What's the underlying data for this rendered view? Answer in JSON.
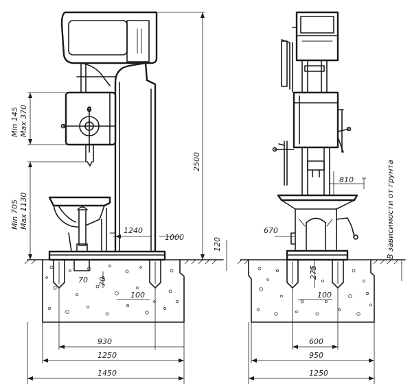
{
  "dimensions": {
    "overall_height": "2500",
    "spindle_travel_min": "Min 145",
    "spindle_travel_max": "Max 370",
    "table_travel_min": "Min 705",
    "table_travel_max": "Max 1130",
    "column_width": "1240",
    "base_offset": "1000",
    "foundation_depth_note": "120",
    "bolt_gap_a": "70",
    "bolt_gap_b": "70",
    "bolt_spacing_front": "100",
    "span_930": "930",
    "span_1250_front": "1250",
    "span_1450": "1450",
    "side_810": "810",
    "side_670": "670",
    "side_275": "275",
    "bolt_spacing_side": "100",
    "span_600": "600",
    "span_950": "950",
    "span_1250_side": "1250",
    "soil_note": "В зависимости от грунта"
  }
}
